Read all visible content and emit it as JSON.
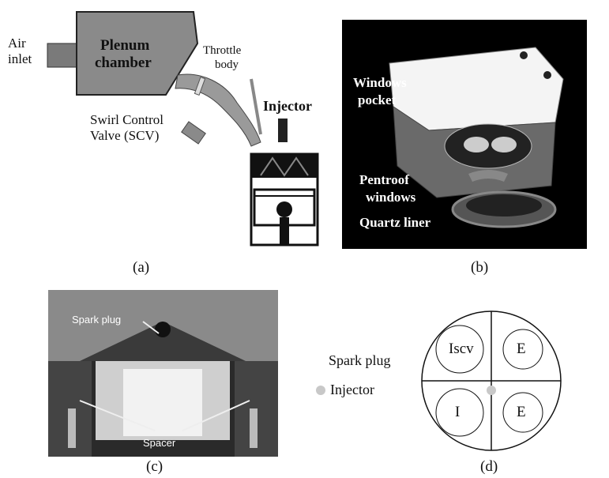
{
  "panel_a": {
    "air_inlet": [
      "Air",
      "inlet"
    ],
    "plenum": [
      "Plenum",
      "chamber"
    ],
    "throttle": [
      "Throttle",
      "body"
    ],
    "injector": "Injector",
    "scv": [
      "Swirl Control",
      "Valve (SCV)"
    ]
  },
  "panel_b": {
    "windows_pocket": [
      "Windows",
      "pocket"
    ],
    "pentroof": [
      "Pentroof",
      "windows"
    ],
    "quartz": "Quartz liner"
  },
  "panel_c": {
    "spark_plug": "Spark plug",
    "spacer": "Spacer"
  },
  "panel_d": {
    "spark_plug": "Spark plug",
    "injector": "Injector",
    "valves": [
      "Iscv",
      "E",
      "I",
      "E"
    ]
  },
  "captions": [
    "(a)",
    "(b)",
    "(c)",
    "(d)"
  ],
  "colors": {
    "plenum_fill": "#8a8a8a",
    "injector_dot": "#c8c8c8"
  }
}
